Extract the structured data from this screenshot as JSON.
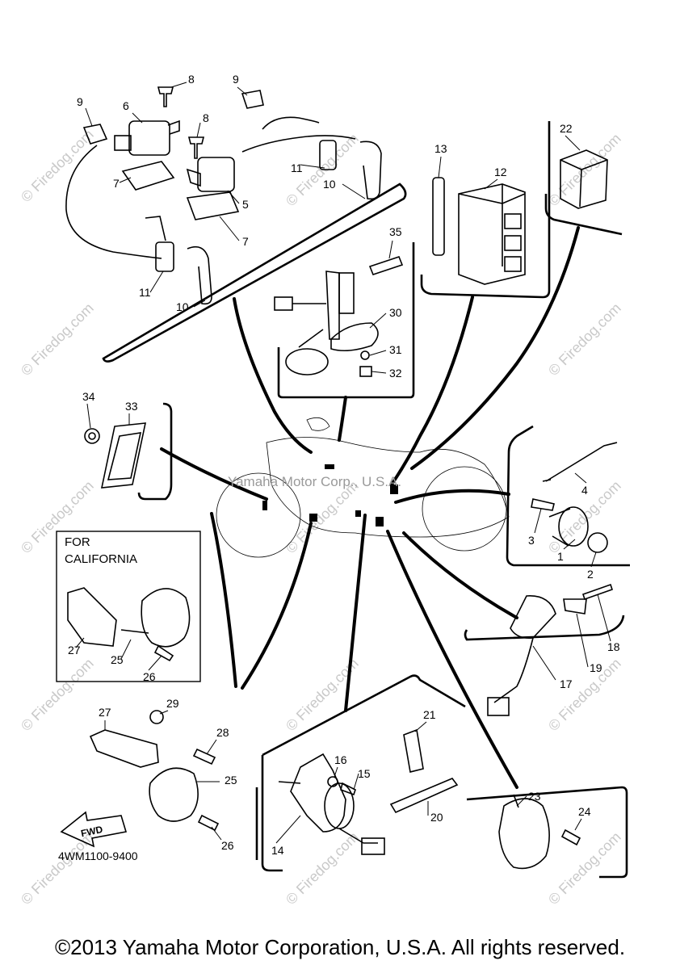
{
  "diagram": {
    "callouts": [
      "1",
      "2",
      "3",
      "4",
      "5",
      "6",
      "7",
      "8",
      "9",
      "10",
      "11",
      "12",
      "13",
      "14",
      "15",
      "16",
      "17",
      "18",
      "19",
      "20",
      "21",
      "22",
      "23",
      "24",
      "25",
      "26",
      "27",
      "28",
      "29",
      "30",
      "31",
      "32",
      "33",
      "34",
      "35"
    ],
    "inset_label_line1": "FOR",
    "inset_label_line2": "CALIFORNIA",
    "diagram_code": "4WM1100-9400",
    "fwd_label": "FWD",
    "center_watermark": "Yamaha Motor Corp., U.S.A.",
    "watermark": "© Firedog.com",
    "copyright": "©2013 Yamaha Motor Corporation, U.S.A. All rights reserved."
  }
}
